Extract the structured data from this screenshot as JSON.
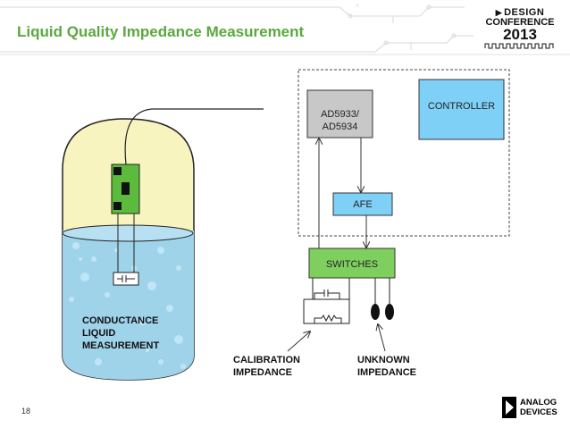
{
  "slide": {
    "title": "Liquid Quality Impedance Measurement",
    "page_number": "18"
  },
  "branding": {
    "line1": "DESIGN",
    "line2": "CONFERENCE",
    "line3": "2013",
    "company_line1": "ANALOG",
    "company_line2": "DEVICES"
  },
  "diagram": {
    "blocks": {
      "chip_line1": "AD5933/",
      "chip_line2": "AD5934",
      "controller": "CONTROLLER",
      "afe": "AFE",
      "switches": "SWITCHES"
    },
    "labels": {
      "conductance_line1": "CONDUCTANCE",
      "conductance_line2": "LIQUID",
      "conductance_line3": "MEASUREMENT",
      "calibration_line1": "CALIBRATION",
      "calibration_line2": "IMPEDANCE",
      "unknown_line1": "UNKNOWN",
      "unknown_line2": "IMPEDANCE"
    }
  },
  "colors": {
    "title_green": "#5aa83f",
    "controller_blue": "#7fd0f7",
    "afe_blue": "#7fd0f7",
    "switches_green": "#7fcf5f",
    "chip_gray": "#c8c8c8",
    "jar_cream": "#f8f4c0",
    "liquid_blue": "#9fd3ea",
    "probe_green": "#5cba3c"
  }
}
